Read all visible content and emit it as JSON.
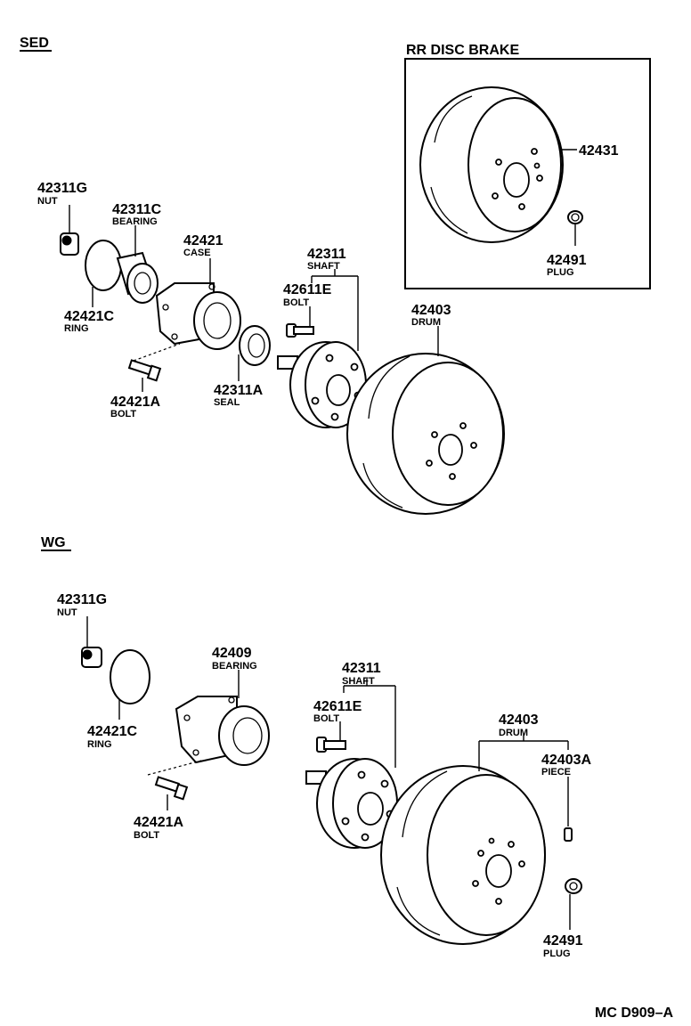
{
  "sections": {
    "sed": "SED",
    "wg": "WG"
  },
  "disc_box": {
    "title": "RR DISC BRAKE"
  },
  "sed_labels": {
    "nut": {
      "number": "42311G",
      "name": "NUT"
    },
    "bearing": {
      "number": "42311C",
      "name": "BEARING"
    },
    "ring": {
      "number": "42421C",
      "name": "RING"
    },
    "case": {
      "number": "42421",
      "name": "CASE"
    },
    "bolt_case": {
      "number": "42421A",
      "name": "BOLT"
    },
    "seal": {
      "number": "42311A",
      "name": "SEAL"
    },
    "shaft": {
      "number": "42311",
      "name": "SHAFT"
    },
    "hub_bolt": {
      "number": "42611E",
      "name": "BOLT"
    },
    "drum": {
      "number": "42403",
      "name": "DRUM"
    },
    "disc": {
      "number": "42431"
    },
    "plug": {
      "number": "42491",
      "name": "PLUG"
    }
  },
  "wg_labels": {
    "nut": {
      "number": "42311G",
      "name": "NUT"
    },
    "ring": {
      "number": "42421C",
      "name": "RING"
    },
    "bearing": {
      "number": "42409",
      "name": "BEARING"
    },
    "bolt_case": {
      "number": "42421A",
      "name": "BOLT"
    },
    "shaft": {
      "number": "42311",
      "name": "SHAFT"
    },
    "hub_bolt": {
      "number": "42611E",
      "name": "BOLT"
    },
    "drum": {
      "number": "42403",
      "name": "DRUM"
    },
    "piece": {
      "number": "42403A",
      "name": "PIECE"
    },
    "plug": {
      "number": "42491",
      "name": "PLUG"
    }
  },
  "drawing_code": "MC D909–A"
}
